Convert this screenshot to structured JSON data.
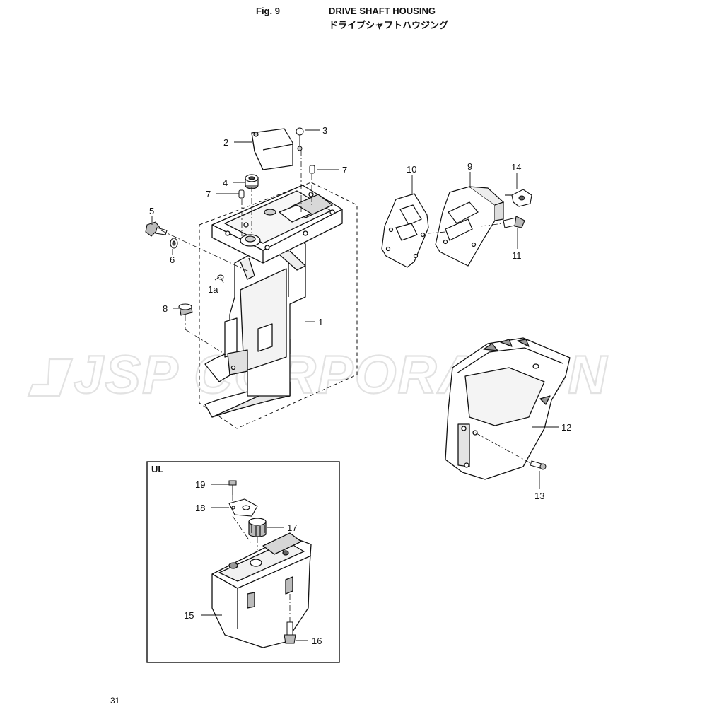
{
  "header": {
    "fig_label": "Fig. 9",
    "title_en": "DRIVE SHAFT HOUSING",
    "title_ja": "ドライブシャフトハウジング"
  },
  "page_number": "31",
  "watermark": "JSP CORPORATION",
  "inset_label": "UL",
  "callouts": {
    "p1": "1",
    "p1a": "1a",
    "p2": "2",
    "p3": "3",
    "p4": "4",
    "p5": "5",
    "p6": "6",
    "p7a": "7",
    "p7b": "7",
    "p8": "8",
    "p9": "9",
    "p10": "10",
    "p11": "11",
    "p12": "12",
    "p13": "13",
    "p14": "14",
    "p15": "15",
    "p16": "16",
    "p17": "17",
    "p18": "18",
    "p19": "19"
  },
  "colors": {
    "line": "#111111",
    "part_fill": "#ffffff",
    "shade": "#cfcfcf",
    "watermark_stroke": "#e2e2e2"
  }
}
